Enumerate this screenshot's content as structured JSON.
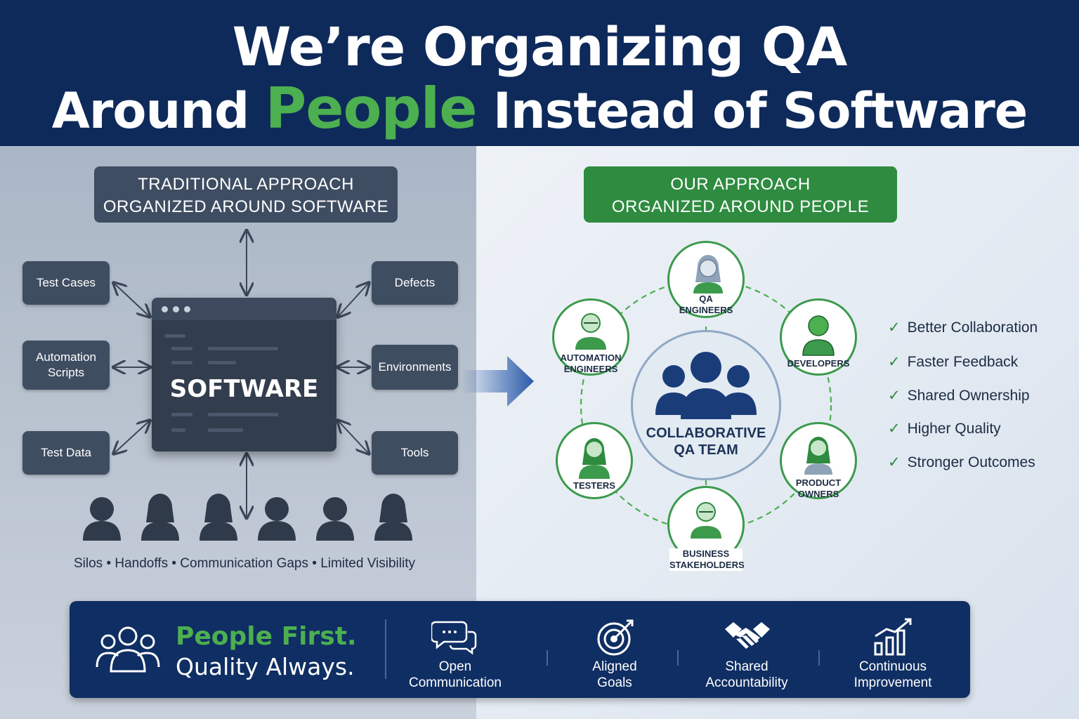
{
  "header": {
    "line1": "We’re Organizing QA",
    "line2_pre": "Around",
    "line2_highlight": "People",
    "line2_post": "Instead of Software",
    "highlight_color": "#4caf50",
    "bg_color": "#0e2a5a"
  },
  "traditional": {
    "banner_line1": "TRADITIONAL APPROACH",
    "banner_line2": "ORGANIZED AROUND SOFTWARE",
    "center": "SOFTWARE",
    "boxes": {
      "test_cases": "Test Cases",
      "automation_line1": "Automation",
      "automation_line2": "Scripts",
      "test_data": "Test Data",
      "defects": "Defects",
      "environments": "Environments",
      "tools": "Tools"
    },
    "problems": "Silos • Handoffs • Communication Gaps • Limited Visibility"
  },
  "ours": {
    "banner_line1": "OUR APPROACH",
    "banner_line2": "ORGANIZED AROUND PEOPLE",
    "center_line1": "COLLABORATIVE",
    "center_line2": "QA TEAM",
    "roles": {
      "qa1": "QA",
      "qa2": "ENGINEERS",
      "dev": "DEVELOPERS",
      "po1": "PRODUCT",
      "po2": "OWNERS",
      "bs1": "BUSINESS",
      "bs2": "STAKEHOLDERS",
      "testers": "TESTERS",
      "ae1": "AUTOMATION",
      "ae2": "ENGINEERS"
    },
    "benefits": [
      "Better Collaboration",
      "Faster Feedback",
      "Shared Ownership",
      "Higher Quality",
      "Stronger Outcomes"
    ],
    "accent_color": "#2e8b3f"
  },
  "footer": {
    "slogan_line1": "People First.",
    "slogan_line2": "Quality Always.",
    "items": [
      {
        "line1": "Open",
        "line2": "Communication",
        "icon": "chat-bubbles-icon"
      },
      {
        "line1": "Aligned",
        "line2": "Goals",
        "icon": "target-icon"
      },
      {
        "line1": "Shared",
        "line2": "Accountability",
        "icon": "handshake-icon"
      },
      {
        "line1": "Continuous",
        "line2": "Improvement",
        "icon": "growth-chart-icon"
      }
    ]
  }
}
